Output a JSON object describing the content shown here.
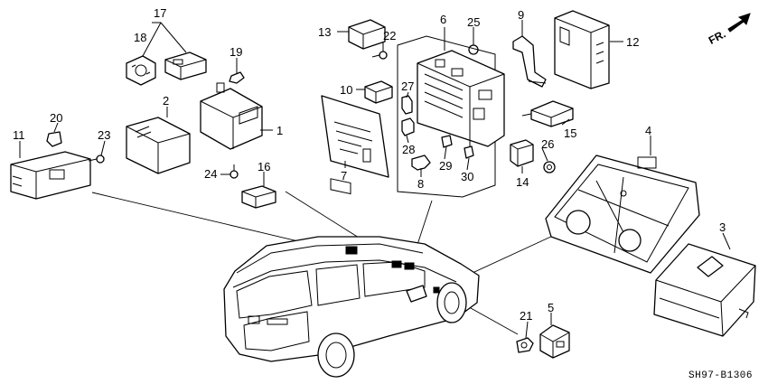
{
  "diagram": {
    "callouts": [
      "1",
      "2",
      "3",
      "4",
      "5",
      "6",
      "7",
      "8",
      "9",
      "10",
      "11",
      "12",
      "13",
      "14",
      "15",
      "16",
      "17",
      "18",
      "19",
      "20",
      "21",
      "22",
      "23",
      "24",
      "25",
      "26",
      "27",
      "28",
      "29",
      "30"
    ],
    "direction_label": "FR.",
    "drawing_code": "SH97-B1306"
  }
}
